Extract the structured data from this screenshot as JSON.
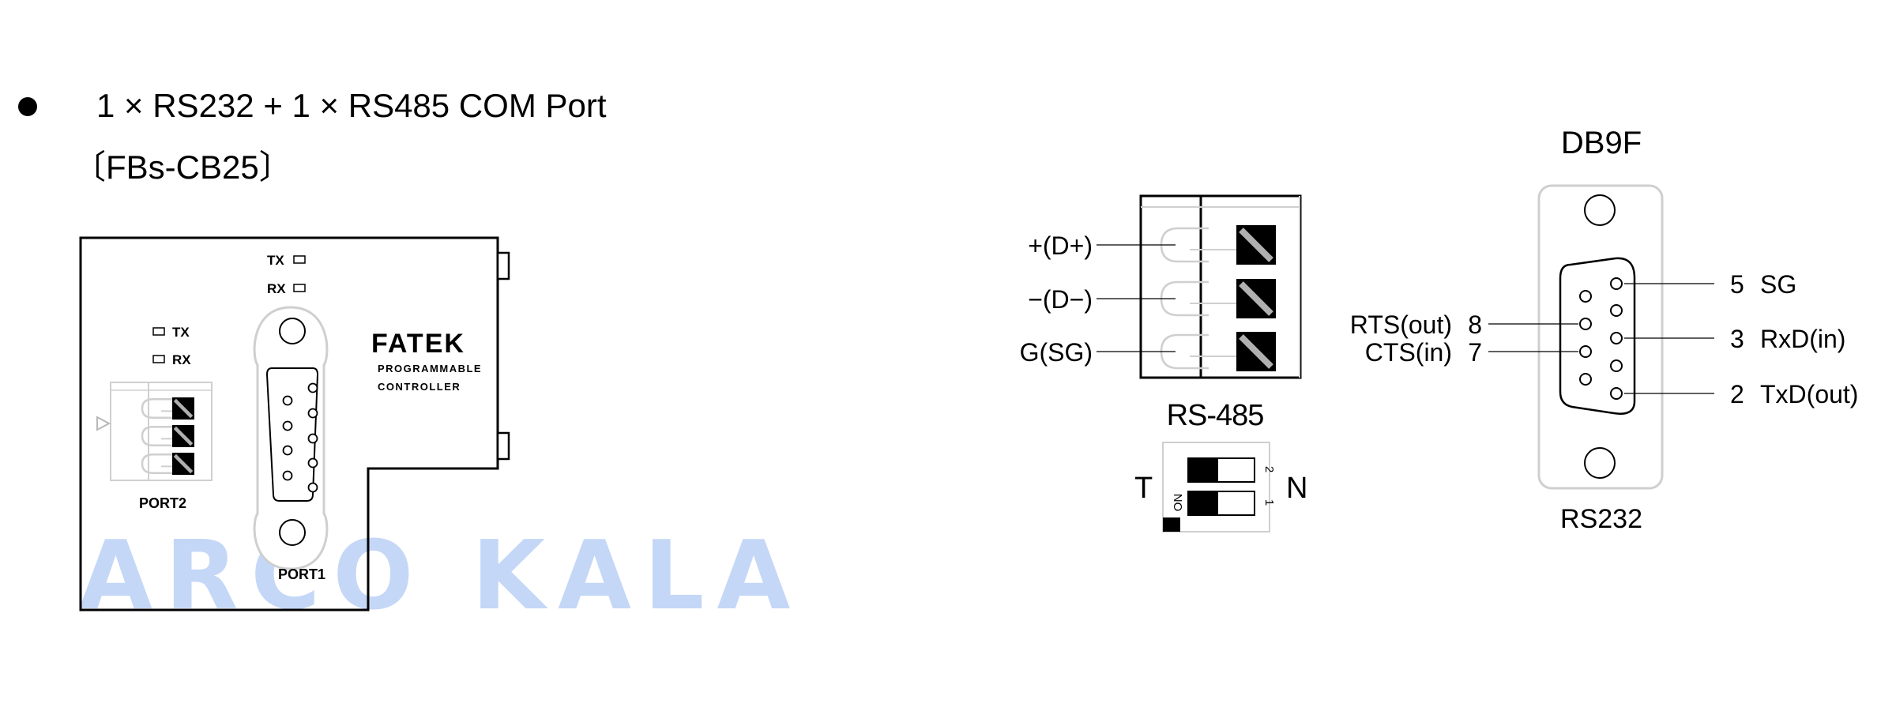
{
  "heading": {
    "line1": "1 × RS232 + 1 × RS485 COM Port",
    "line2": "〔FBs-CB25〕"
  },
  "module": {
    "port2_tx": "TX",
    "port2_rx": "RX",
    "port1_tx": "TX",
    "port1_rx": "RX",
    "brand": "FATEK",
    "subtitle_line1": "PROGRAMMABLE",
    "subtitle_line2": "CONTROLLER",
    "port2_label": "PORT2",
    "port1_label": "PORT1"
  },
  "rs485": {
    "title": "RS-485",
    "terminals": [
      "+(D+)",
      "−(D−)",
      "G(SG)"
    ]
  },
  "dip_switch": {
    "left_label": "T",
    "right_label": "N",
    "on_label": "ON",
    "switch_numbers": [
      "2",
      "1"
    ]
  },
  "db9": {
    "title": "DB9F",
    "footer": "RS232",
    "left_pins": [
      {
        "name": "RTS(out)",
        "pin": "8"
      },
      {
        "name": "CTS(in)",
        "pin": "7"
      }
    ],
    "right_pins": [
      {
        "pin": "5",
        "name": "SG"
      },
      {
        "pin": "3",
        "name": "RxD(in)"
      },
      {
        "pin": "2",
        "name": "TxD(out)"
      }
    ]
  },
  "watermark": "ARCO KALA",
  "colors": {
    "ink": "#000000",
    "watermark": "#c5d7f7",
    "terminal_stripe": "#b0b0b0",
    "connector_grey": "#cfcfcf"
  }
}
